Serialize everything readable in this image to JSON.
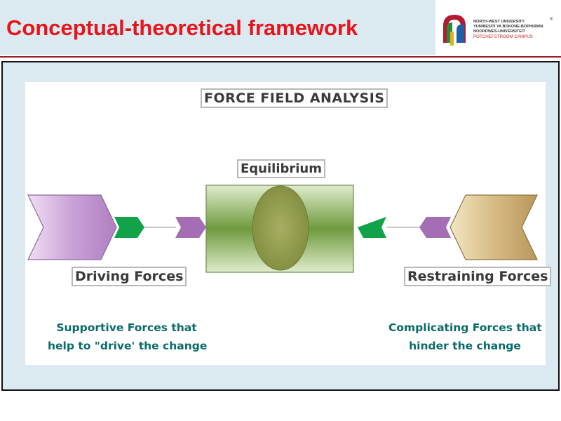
{
  "slide": {
    "title": "Conceptual-theoretical framework"
  },
  "logo": {
    "line1": "NORTH-WEST UNIVERSITY",
    "line2": "YUNIBESITI YA BOKONE-BOPHIRIMA",
    "line3": "NOORDWES-UNIVERSITEIT",
    "campus": "POTCHEFSTROOM CAMPUS",
    "registered": "®"
  },
  "diagram": {
    "title": "FORCE FIELD ANALYSIS",
    "center_label": "Equilibrium",
    "left_label": "Driving Forces",
    "right_label": "Restraining Forces",
    "left_note_line1": "Supportive Forces that",
    "left_note_line2": "help to \"drive' the change",
    "right_note_line1": "Complicating Forces that",
    "right_note_line2": "hinder the change",
    "colors": {
      "driving": "#c8a0d4",
      "restraining": "#d8c08a",
      "arrow_green": "#12a24a",
      "arrow_purple": "#a46db4",
      "equilibrium": "#7aa04a"
    }
  }
}
